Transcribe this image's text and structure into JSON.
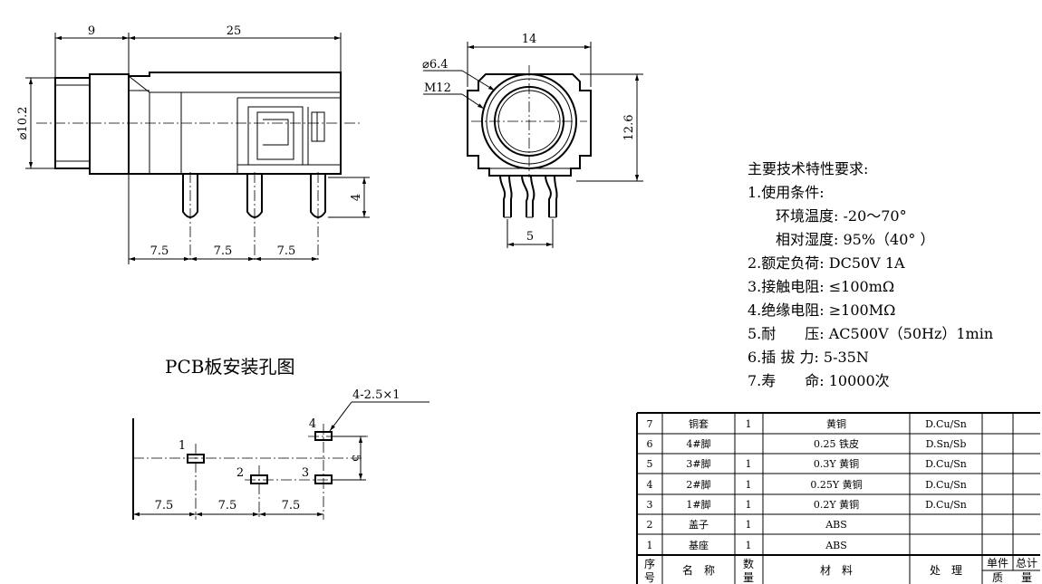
{
  "side_view": {
    "dim_top_left": "9",
    "dim_top_right": "25",
    "dim_diameter": "⌀10.2",
    "dim_pin_length": "4",
    "dim_pitch": [
      "7.5",
      "7.5",
      "7.5"
    ]
  },
  "front_view": {
    "dim_width": "14",
    "dim_height": "12.6",
    "dim_pin_span": "5",
    "label_bore": "⌀6.4",
    "label_thread": "M12"
  },
  "pcb": {
    "title": "PCB板安装孔图",
    "hole_spec": "4-2.5×1",
    "hole_labels": [
      "1",
      "2",
      "3",
      "4"
    ],
    "dim_pitch": [
      "7.5",
      "7.5",
      "7.5"
    ],
    "dim_vertical": "5"
  },
  "specs": {
    "heading": "主要技术特性要求:",
    "lines": [
      "1.使用条件:",
      "环境温度: -20～70°",
      "相对湿度: 95%（40° ）",
      "2.额定负荷: DC50V 1A",
      "3.接触电阻: ≤100mΩ",
      "4.绝缘电阻: ≥100MΩ",
      "5.耐　　压: AC500V（50Hz）1min",
      "6.插 拔 力: 5-35N",
      "7.寿　　命: 10000次"
    ]
  },
  "bom": {
    "rows": [
      {
        "no": "7",
        "name": "铜套",
        "qty": "1",
        "material": "黄铜",
        "treatment": "D.Cu/Sn"
      },
      {
        "no": "6",
        "name": "4#脚",
        "qty": "",
        "material": "0.25 铁皮",
        "treatment": "D.Sn/Sb"
      },
      {
        "no": "5",
        "name": "3#脚",
        "qty": "1",
        "material": "0.3Y 黄铜",
        "treatment": "D.Cu/Sn"
      },
      {
        "no": "4",
        "name": "2#脚",
        "qty": "1",
        "material": "0.25Y 黄铜",
        "treatment": "D.Cu/Sn"
      },
      {
        "no": "3",
        "name": "1#脚",
        "qty": "1",
        "material": "0.2Y 黄铜",
        "treatment": "D.Cu/Sn"
      },
      {
        "no": "2",
        "name": "盖子",
        "qty": "1",
        "material": "ABS",
        "treatment": ""
      },
      {
        "no": "1",
        "name": "基座",
        "qty": "1",
        "material": "ABS",
        "treatment": ""
      }
    ],
    "header": {
      "no_1": "序",
      "no_2": "号",
      "name": "名　称",
      "qty_1": "数",
      "qty_2": "量",
      "material": "材　料",
      "treatment": "处　理",
      "unit_1": "单件",
      "total_1": "总计",
      "mass_1": "质",
      "mass_2": "量"
    }
  }
}
